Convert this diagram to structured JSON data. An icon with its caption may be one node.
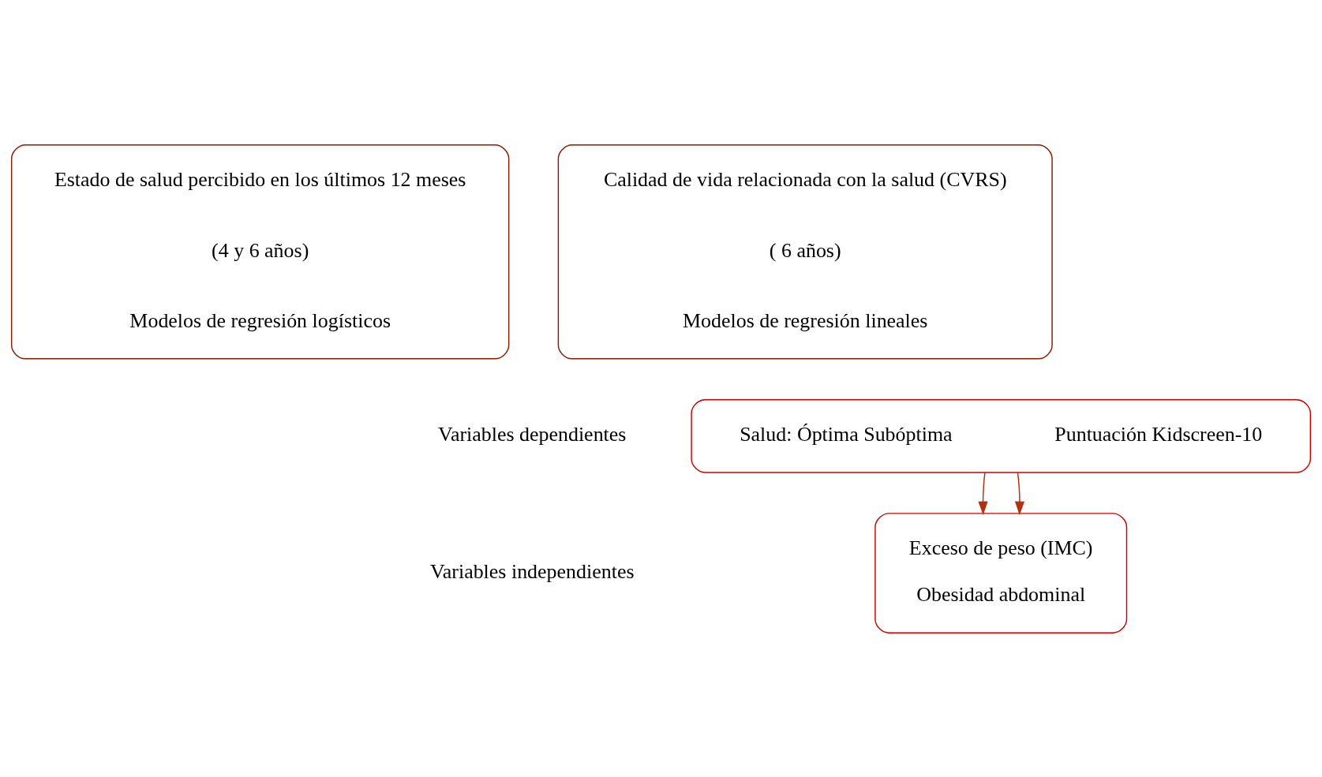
{
  "diagram": {
    "nodes": [
      {
        "text": [
          "Estado de salud percibido en los últimos 12 meses",
          "(4 y 6 años)",
          "Modelos de regresión logísticos"
        ]
      },
      {
        "text": [
          "Calidad de vida relacionada con la salud (CVRS)",
          "( 6 años)",
          "Modelos de regresión lineales"
        ]
      },
      {
        "text": [
          "Salud: Óptima Subóptima",
          "Puntuación Kidscreen-10"
        ]
      },
      {
        "text": [
          "Exceso de peso (IMC)",
          "Obesidad abdominal"
        ]
      }
    ],
    "edges": [
      {
        "from": 2,
        "to": 3,
        "arrow": "to"
      },
      {
        "from": 2,
        "to": 3,
        "arrow": "to"
      }
    ],
    "labels": [
      "Variables dependientes",
      "Variables independientes"
    ]
  }
}
